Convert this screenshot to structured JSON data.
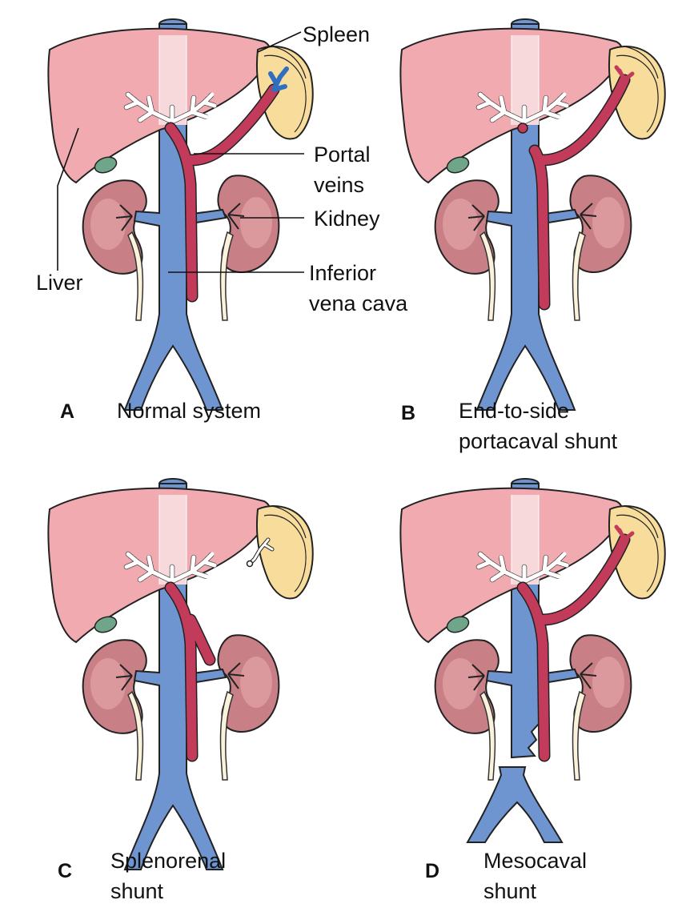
{
  "panels": [
    {
      "letter": "A",
      "caption": [
        "Normal system"
      ]
    },
    {
      "letter": "B",
      "caption": [
        "End-to-side",
        "portacaval shunt"
      ]
    },
    {
      "letter": "C",
      "caption": [
        "Splenorenal",
        "shunt"
      ]
    },
    {
      "letter": "D",
      "caption": [
        "Mesocaval",
        "shunt"
      ]
    }
  ],
  "labels": {
    "spleen": "Spleen",
    "portal_veins": [
      "Portal",
      "veins"
    ],
    "kidney": "Kidney",
    "liver": "Liver",
    "inferior_vena_cava": [
      "Inferior",
      "vena cava"
    ]
  },
  "colors": {
    "liver": "#f0aab0",
    "spleen": "#f8dc9c",
    "kidney": "#c97f86",
    "vena_cava": "#6f95d1",
    "portal_vein": "#c23b5a",
    "gallbladder": "#6fa589"
  }
}
